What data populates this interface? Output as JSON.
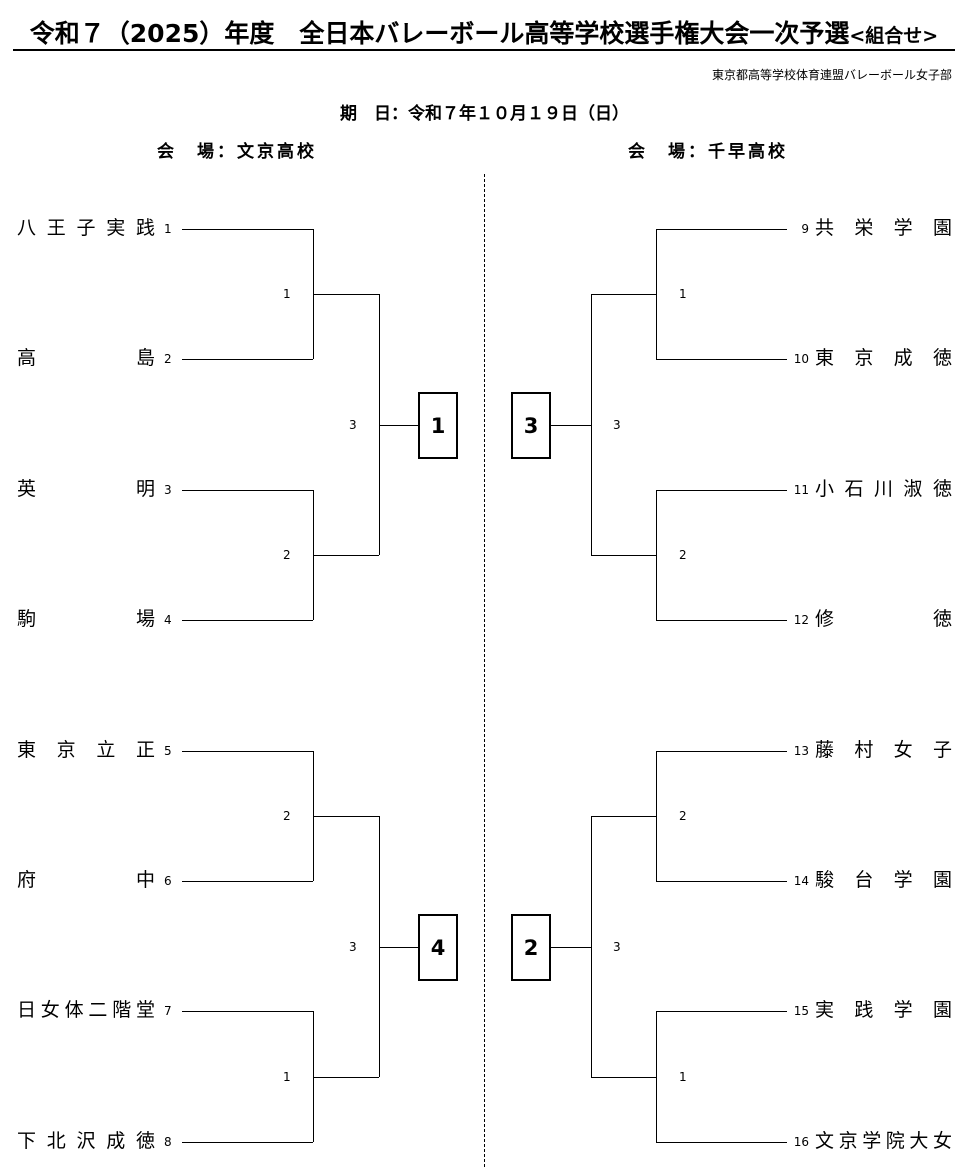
{
  "header": {
    "title": "令和７（2025）年度　全日本バレーボール高等学校選手権大会一次予選",
    "title_suffix": "<組合せ>",
    "organizer": "東京都高等学校体育連盟バレーボール女子部",
    "date": "期　日：令和７年１０月１９日（日）"
  },
  "venues": {
    "left": "会　場：文京高校",
    "right": "会　場：千早高校"
  },
  "left_bracket": {
    "blocks": [
      {
        "box_label": "1",
        "final_court": "3",
        "matches": [
          {
            "court": "1",
            "teams": [
              {
                "seed": "1",
                "name": "八王子実践"
              },
              {
                "seed": "2",
                "name": "高島"
              }
            ]
          },
          {
            "court": "2",
            "teams": [
              {
                "seed": "3",
                "name": "英明"
              },
              {
                "seed": "4",
                "name": "駒場"
              }
            ]
          }
        ]
      },
      {
        "box_label": "4",
        "final_court": "3",
        "matches": [
          {
            "court": "2",
            "teams": [
              {
                "seed": "5",
                "name": "東京立正"
              },
              {
                "seed": "6",
                "name": "府中"
              }
            ]
          },
          {
            "court": "1",
            "teams": [
              {
                "seed": "7",
                "name": "日女体二階堂"
              },
              {
                "seed": "8",
                "name": "下北沢成徳"
              }
            ]
          }
        ]
      }
    ]
  },
  "right_bracket": {
    "blocks": [
      {
        "box_label": "3",
        "final_court": "3",
        "matches": [
          {
            "court": "1",
            "teams": [
              {
                "seed": "9",
                "name": "共栄学園"
              },
              {
                "seed": "10",
                "name": "東京成徳"
              }
            ]
          },
          {
            "court": "2",
            "teams": [
              {
                "seed": "11",
                "name": "小石川淑徳"
              },
              {
                "seed": "12",
                "name": "修徳"
              }
            ]
          }
        ]
      },
      {
        "box_label": "2",
        "final_court": "3",
        "matches": [
          {
            "court": "2",
            "teams": [
              {
                "seed": "13",
                "name": "藤村女子"
              },
              {
                "seed": "14",
                "name": "駿台学園"
              }
            ]
          },
          {
            "court": "1",
            "teams": [
              {
                "seed": "15",
                "name": "実践学園"
              },
              {
                "seed": "16",
                "name": "文京学院大女"
              }
            ]
          }
        ]
      }
    ]
  }
}
